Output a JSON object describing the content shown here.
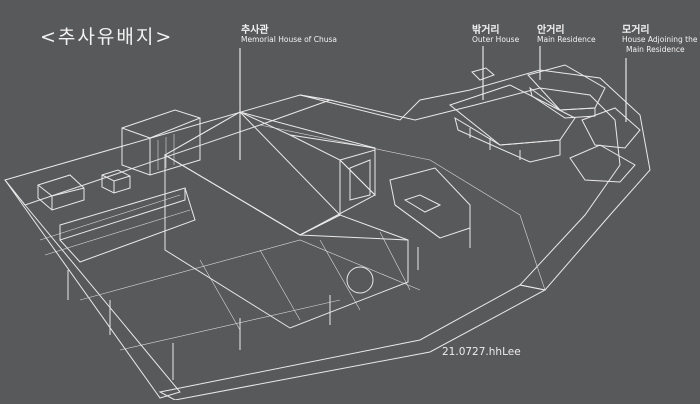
{
  "title": "<추사유배지>",
  "labels": [
    {
      "ko": "추사관",
      "en": "Memorial House of Chusa"
    },
    {
      "ko": "밖거리",
      "en": "Outer House"
    },
    {
      "ko": "안거리",
      "en": "Main Residence"
    },
    {
      "ko": "모거리",
      "en": "House Adjoining the Main Residence"
    }
  ],
  "labels_en_lines": {
    "mori_line1": "House Adjoining the",
    "mori_line2": "Main Residence"
  },
  "credit": "21.0727.hhLee",
  "colors": {
    "background": "#58595b",
    "line": "#e9e9e9"
  }
}
